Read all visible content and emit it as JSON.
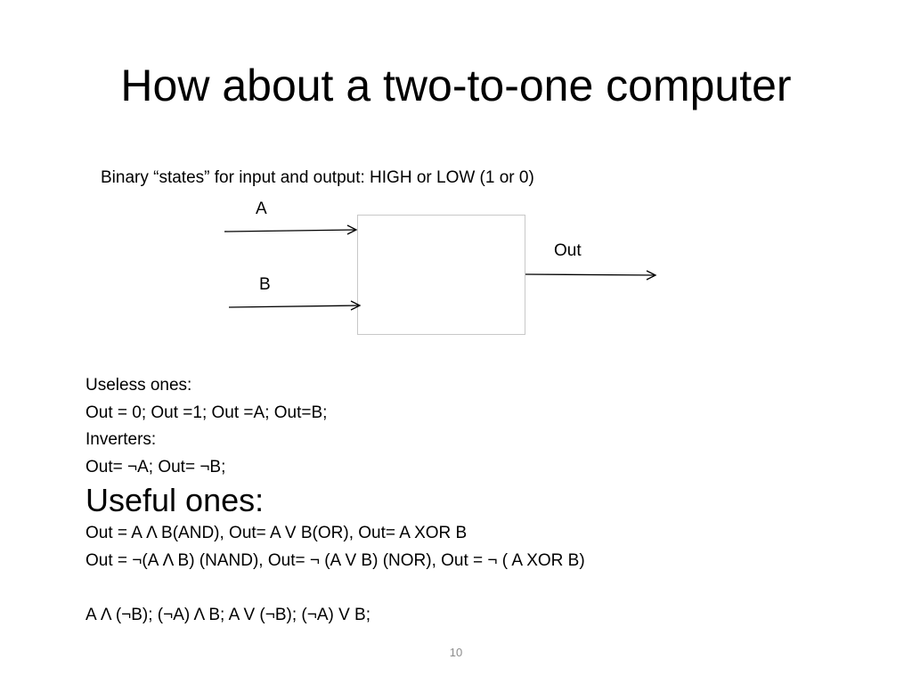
{
  "slide": {
    "title": "How about a two-to-one computer",
    "caption": "Binary “states” for input and output: HIGH or LOW (1 or 0)",
    "page_number": "10"
  },
  "diagram": {
    "input_a_label": "A",
    "input_b_label": "B",
    "output_label": "Out"
  },
  "body": {
    "lines": [
      "Useless ones:",
      "Out = 0; Out =1; Out =A; Out=B;",
      "Inverters:",
      "Out= ¬A; Out= ¬B;"
    ],
    "heading": "Useful ones:",
    "useful_lines": [
      "Out = A Λ B(AND), Out= A V B(OR), Out= A XOR B",
      "Out = ¬(A Λ B) (NAND), Out= ¬ (A V B) (NOR), Out = ¬ ( A XOR B)"
    ],
    "last_line": "A Λ (¬B); (¬A) Λ B; A V (¬B); (¬A) V B;"
  }
}
